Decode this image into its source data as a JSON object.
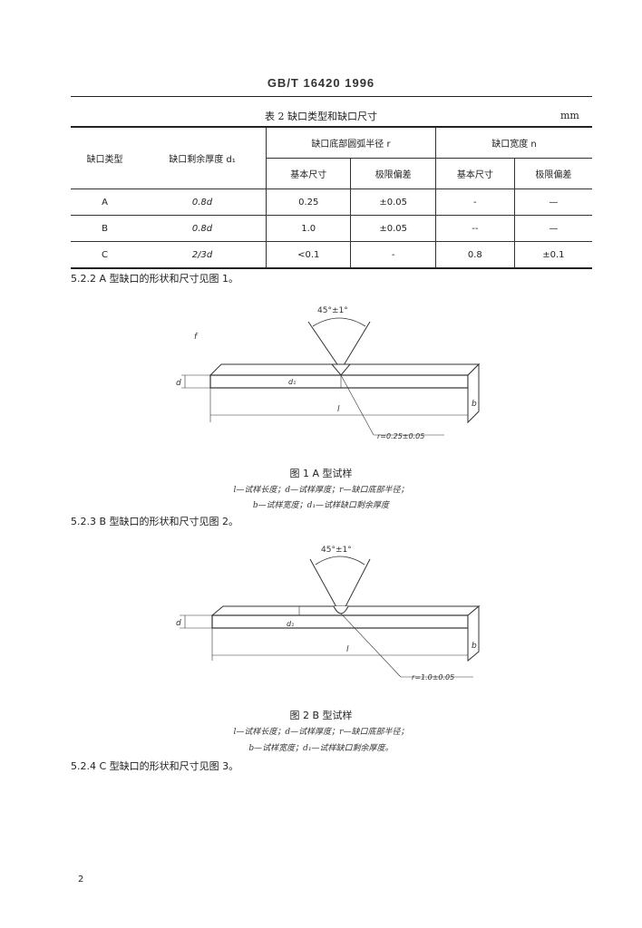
{
  "header": {
    "standard_no": "GB/T 16420 1996"
  },
  "table2": {
    "caption": "表 2  缺口类型和缺口尺寸",
    "unit": "mm",
    "headers": {
      "notch_type": "缺口类型",
      "remaining_thickness": "缺口剩余厚度 d₁",
      "radius_group": "缺口底部圆弧半径 r",
      "width_group": "缺口宽度 n",
      "basic_size": "基本尺寸",
      "tolerance": "极限偏差",
      "basic_size_2": "基本尺寸",
      "tolerance_2": "极限偏差"
    },
    "rows": [
      {
        "type": "A",
        "d1": "0.8d",
        "r_basic": "0.25",
        "r_tol": "±0.05",
        "n_basic": "-",
        "n_tol": "—"
      },
      {
        "type": "B",
        "d1": "0.8d",
        "r_basic": "1.0",
        "r_tol": "±0.05",
        "n_basic": "--",
        "n_tol": "—"
      },
      {
        "type": "C",
        "d1": "2/3d",
        "r_basic": "<0.1",
        "r_tol": "-",
        "n_basic": "0.8",
        "n_tol": "±0.1"
      }
    ]
  },
  "sections": {
    "s522": "5.2.2  A 型缺口的形状和尺寸见图 1。",
    "s523": "5.2.3  B 型缺口的形状和尺寸见图 2。",
    "s524": "5.2.4  C 型缺口的形状和尺寸见图 3。"
  },
  "figure1": {
    "angle_label": "45°±1°",
    "l_label": "l",
    "b_label": "b",
    "d_label": "d",
    "d1_label": "d₁",
    "radius_label": "r=0.25±0.05",
    "caption": "图 1  A 型试样",
    "legend1": "l—试样长度；d—试样厚度；r—缺口底部半径；",
    "legend2": "b—试样宽度；d₁—试样缺口剩余厚度"
  },
  "figure2": {
    "angle_label": "45°±1°",
    "l_label": "l",
    "b_label": "b",
    "d_label": "d",
    "d1_label": "d₁",
    "radius_label": "r=1.0±0.05",
    "caption": "图 2  B 型试样",
    "legend1": "l—试样长度；d—试样厚度；r—缺口底部半径；",
    "legend2": "b—试样宽度；d₁—试样缺口剩余厚度。"
  },
  "page_number": "2"
}
